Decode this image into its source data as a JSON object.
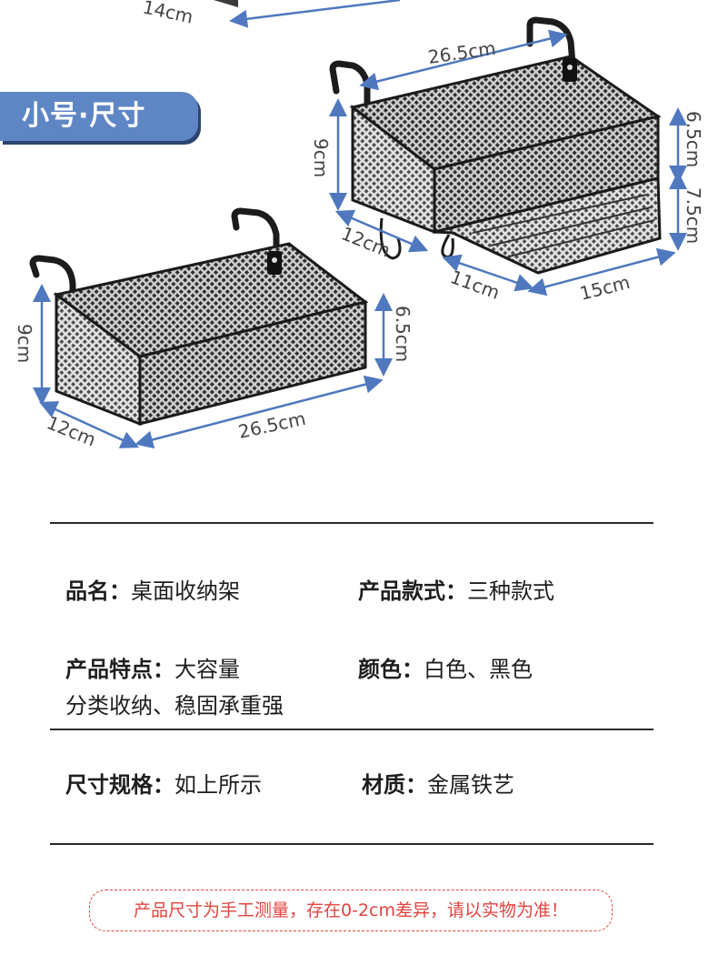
{
  "size_tab": {
    "label": "小号·尺寸"
  },
  "dimensions": {
    "top_cut": "14cm",
    "large": {
      "width": "26.5cm",
      "height": "9cm",
      "depth": "12cm",
      "inner_depth": "11cm",
      "inner_width": "15cm",
      "upper_height": "6.5cm",
      "lower_height": "7.5cm"
    },
    "small": {
      "height": "9cm",
      "depth": "12cm",
      "width": "26.5cm",
      "front_height": "6.5cm"
    }
  },
  "specs": {
    "name_key": "品名：",
    "name_val": "桌面收纳架",
    "style_key": "产品款式：",
    "style_val": "三种款式",
    "feature_key": "产品特点：",
    "feature_val": "大容量",
    "feature_line2": "分类收纳、稳固承重强",
    "color_key": "颜色：",
    "color_val": "白色、黑色",
    "size_key": "尺寸规格：",
    "size_val": "如上所示",
    "material_key": "材质：",
    "material_val": "金属铁艺"
  },
  "notice": "产品尺寸为手工测量，存在0-2cm差异，请以实物为准！",
  "colors": {
    "accent_blue": "#5f86c4",
    "arrow_blue": "#4f78be",
    "notice_red": "#e0443f"
  }
}
